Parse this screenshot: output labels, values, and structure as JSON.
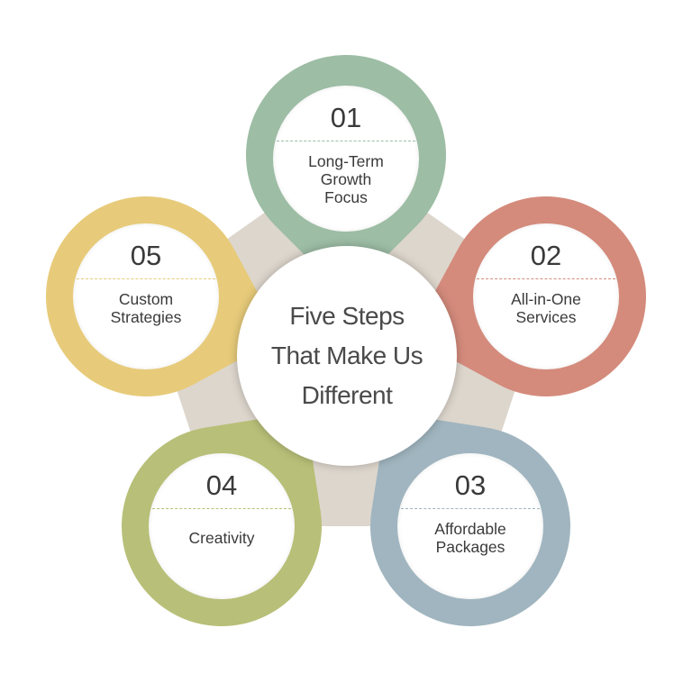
{
  "title": [
    "Five Steps",
    "That Make Us",
    "Different"
  ],
  "colors": {
    "background_shape": "#ddd6cd"
  },
  "steps": [
    {
      "number": "01",
      "label": [
        "Long-Term",
        "Growth",
        "Focus"
      ],
      "color": "#9dbda5"
    },
    {
      "number": "02",
      "label": [
        "All-in-One",
        "Services"
      ],
      "color": "#d48b7c"
    },
    {
      "number": "03",
      "label": [
        "Affordable",
        "Packages"
      ],
      "color": "#a0b5bf"
    },
    {
      "number": "04",
      "label": [
        "Creativity"
      ],
      "color": "#b8bf78"
    },
    {
      "number": "05",
      "label": [
        "Custom",
        "Strategies"
      ],
      "color": "#e7cb7a"
    }
  ]
}
